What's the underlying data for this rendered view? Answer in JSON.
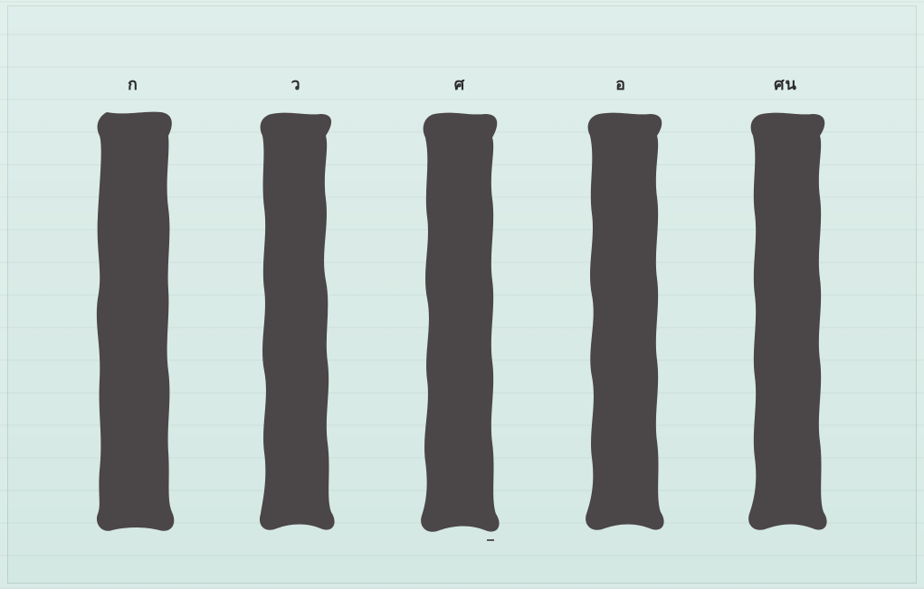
{
  "diagram": {
    "items": [
      {
        "label": "ก"
      },
      {
        "label": "ว"
      },
      {
        "label": "ศ"
      },
      {
        "label": "อ"
      },
      {
        "label": "ศน"
      }
    ],
    "colors": {
      "background": "#d4e8e3",
      "bar_fill": "#4b4648",
      "label": "#2b2b2b"
    }
  }
}
